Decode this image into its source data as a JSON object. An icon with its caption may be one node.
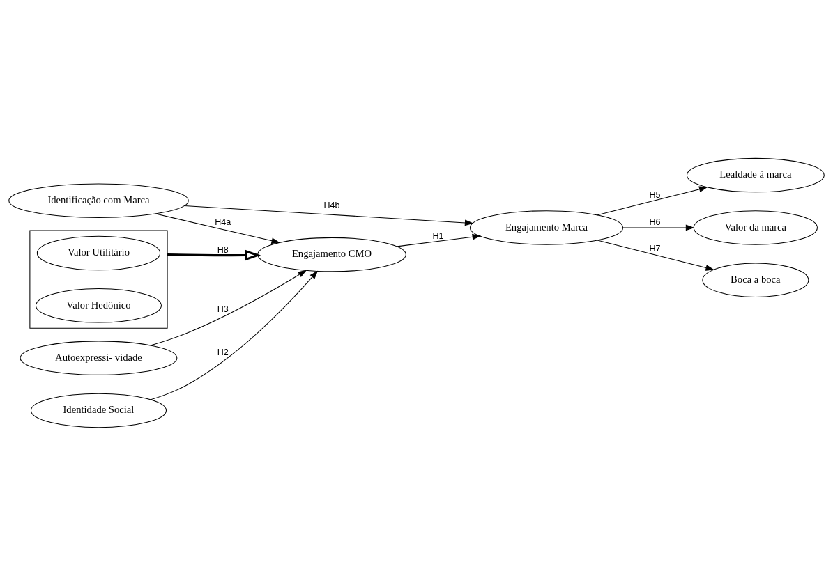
{
  "diagram": {
    "nodes": [
      {
        "text": [],
        "shape": "box"
      },
      {
        "text": [
          "Valor Utilitário"
        ],
        "in": 0
      },
      {
        "text": [
          "Valor Hedônico"
        ],
        "in": 0
      },
      {
        "text": [
          "Identidade Social"
        ]
      },
      {
        "text": [
          "Engajamento CMO"
        ]
      },
      {
        "text": [
          "Lealdade à marca"
        ]
      },
      {
        "text": [
          "Autoexpressi- vidade"
        ]
      },
      {
        "text": [
          "Engajamento Marca"
        ]
      },
      {
        "text": [
          "Valor da marca"
        ]
      },
      {
        "text": [
          "Identificação com Marca"
        ]
      },
      {
        "text": [
          "Boca a boca"
        ]
      }
    ],
    "edges": [
      {
        "from": 0,
        "to": 4,
        "arrow": "to",
        "label": "H8",
        "style": "thick"
      },
      {
        "from": 3,
        "to": 4,
        "arrow": "to",
        "label": "H2"
      },
      {
        "from": 6,
        "to": 4,
        "arrow": "to",
        "label": "H3"
      },
      {
        "from": 9,
        "to": 4,
        "arrow": "to",
        "label": "H4a"
      },
      {
        "from": 4,
        "to": 7,
        "arrow": "to",
        "label": "H1"
      },
      {
        "from": 9,
        "to": 7,
        "arrow": "to",
        "label": "H4b"
      },
      {
        "from": 7,
        "to": 5,
        "arrow": "to",
        "label": "H5"
      },
      {
        "from": 7,
        "to": 8,
        "arrow": "to",
        "label": "H6"
      },
      {
        "from": 7,
        "to": 10,
        "arrow": "to",
        "label": "H7"
      }
    ]
  }
}
